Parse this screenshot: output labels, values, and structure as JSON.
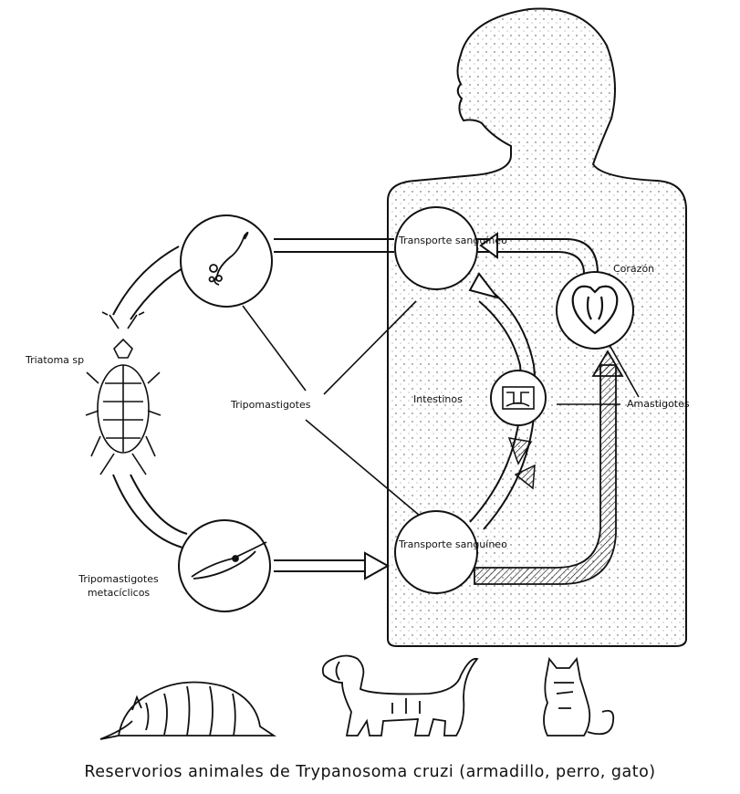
{
  "diagram": {
    "nodes": {
      "transporte_top": "Transporte sanguíneo",
      "transporte_bottom": "Transporte sanguíneo",
      "corazon": "Corazón",
      "intestinos": "Intestinos",
      "triatoma": "Triatoma sp",
      "tripomastigotes": "Tripomastigotes",
      "amastigotes": "Amastigotes",
      "tripomastigotes_metaciclicos_1": "Tripomastigotes",
      "tripomastigotes_metaciclicos_2": "metacíclicos"
    },
    "caption": "Reservorios animales de Trypanosoma cruzi (armadillo, perro, gato)"
  },
  "colors": {
    "ink": "#111111",
    "paper": "#ffffff",
    "stipple": "#333333"
  }
}
